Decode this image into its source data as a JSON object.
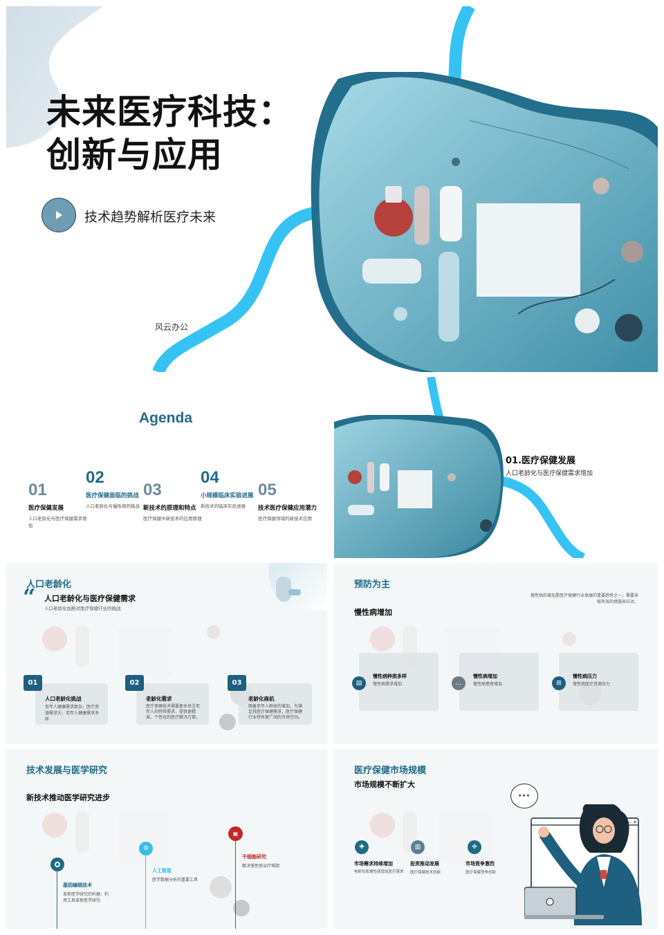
{
  "cover": {
    "title_line1": "未来医疗科技：",
    "title_line2": "创新与应用",
    "subtitle": "技术趋势解析医疗未来",
    "author": "风云办公"
  },
  "agenda": {
    "title": "Agenda",
    "items": [
      {
        "num": "01",
        "title": "医疗保健发展",
        "desc": "人口老龄化与医疗保健需求增加"
      },
      {
        "num": "02",
        "title": "医疗保健面临的挑战",
        "desc": "人口老龄化与慢性病的挑战"
      },
      {
        "num": "03",
        "title": "新技术的原理和特点",
        "desc": "医疗保健中新技术的应用原理"
      },
      {
        "num": "04",
        "title": "小规模临床实验进展",
        "desc": "新技术的临床实验进展"
      },
      {
        "num": "05",
        "title": "技术医疗保健应用潜力",
        "desc": "医疗保健领域的新技术应用"
      }
    ]
  },
  "section1": {
    "title": "01.医疗保健发展",
    "subtitle": "人口老龄化与医疗保健需求增加"
  },
  "aging": {
    "section": "人口老龄化",
    "quote_mark": "“",
    "heading": "人口老龄化与医疗保健需求",
    "sub": "人口老龄化加剧对医疗保健行业的挑战",
    "cards": [
      {
        "num": "01",
        "title": "人口老龄化挑战",
        "desc": "老年人健康需求复杂，医疗资源需求大、老年人健康需求多样"
      },
      {
        "num": "02",
        "title": "老龄化需求",
        "desc": "医疗保健技术需要更多关注老年人的特殊需求，提供更精准、个性化的医疗解决方案。"
      },
      {
        "num": "03",
        "title": "老龄化商机",
        "desc": "随着老年人群体的增加，为满足其医疗保健需求，医疗保健行业将有更广阔的市场空间。"
      }
    ]
  },
  "prevention": {
    "section": "预防为主",
    "heading": "慢性病增加",
    "note": "慢性病的增加是医疗保健行业发展的重要趋势之一，需要采取有效的措施来应对。",
    "cards": [
      {
        "icon": "document-icon",
        "title": "慢性病种类多样",
        "desc": "慢性病需求增加"
      },
      {
        "icon": "chat-icon",
        "title": "慢性病增加",
        "desc": "慢性病患者增加"
      },
      {
        "icon": "network-icon",
        "title": "慢性病压力",
        "desc": "慢性病医疗资源压力"
      }
    ]
  },
  "research": {
    "section": "技术发展与医学研究",
    "heading": "新技术推动医学研究进步",
    "items": [
      {
        "title": "基因编辑技术",
        "desc": "革新医学研究的利器：利用工具革新医学研究",
        "color": "#1f6a88"
      },
      {
        "title": "人工智能",
        "desc": "医学数据分析的重要工具",
        "color": "#36bde8"
      },
      {
        "title": "干细胞研究",
        "desc": "解决慢性病治疗难题",
        "color": "#c62828"
      }
    ]
  },
  "market": {
    "section": "医疗保健市场规模",
    "heading": "市场规模不断扩大",
    "items": [
      {
        "title": "市场需求持续增加",
        "desc": "老龄化和慢性病增加医疗需求",
        "color": "#1f6a88"
      },
      {
        "title": "投资推动发展",
        "desc": "医疗保健技术创新",
        "color": "#5d7f94"
      },
      {
        "title": "市场竞争激烈",
        "desc": "医疗保健竞争创新",
        "color": "#1f6a88"
      }
    ],
    "bubble": "···"
  },
  "colors": {
    "teal_dark": "#1f6a88",
    "cyan": "#36c3f4",
    "red": "#c62828"
  }
}
